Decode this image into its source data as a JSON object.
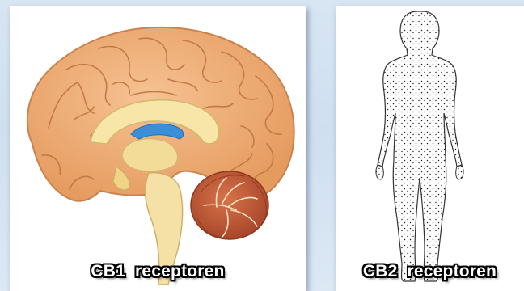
{
  "brain_panel": {
    "caption_code": "CB1",
    "caption_word": "receptoren"
  },
  "body_panel": {
    "caption_code": "CB2",
    "caption_word": "receptoren"
  },
  "colors": {
    "cortex": "#f0b07a",
    "cortex_outline": "#c9834e",
    "inner_structure": "#f7e6a8",
    "ventricle": "#3b8fd6",
    "cerebellum": "#c65a34",
    "body_fill": "#fdfdfd",
    "dots": "#222222"
  }
}
